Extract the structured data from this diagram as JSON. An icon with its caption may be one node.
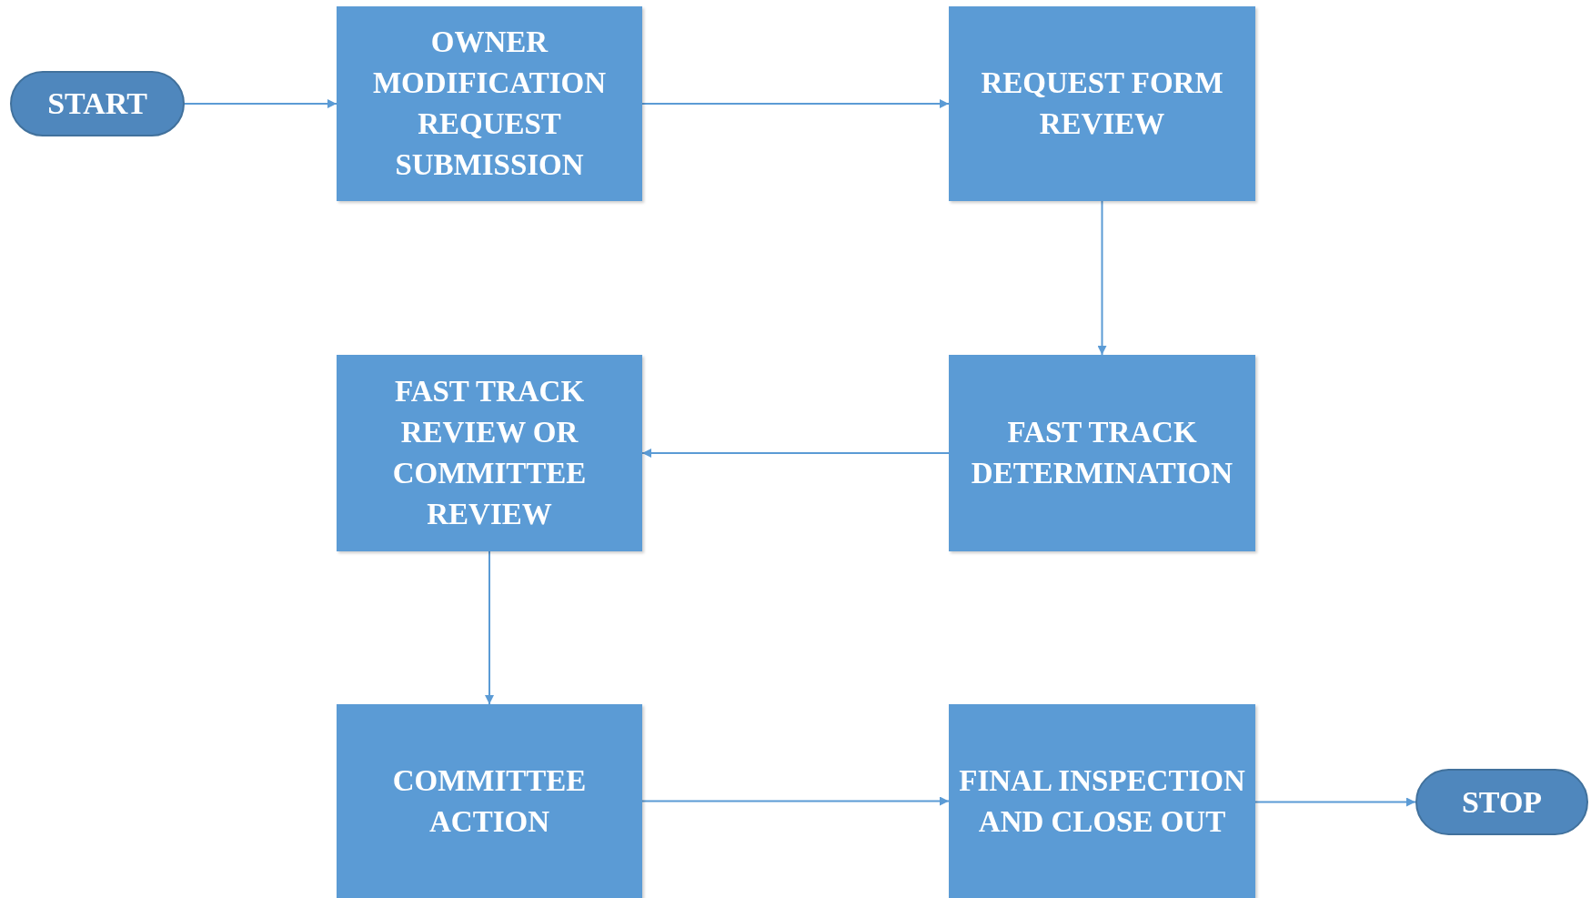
{
  "diagram": {
    "nodes": [
      {
        "text": [
          "START"
        ]
      },
      {
        "text": [
          "OWNER MODIFICATION REQUEST SUBMISSION"
        ]
      },
      {
        "text": [
          "REQUEST FORM REVIEW"
        ]
      },
      {
        "text": [
          "FAST TRACK REVIEW OR COMMITTEE REVIEW"
        ]
      },
      {
        "text": [
          "FAST TRACK DETERMINATION"
        ]
      },
      {
        "text": [
          "COMMITTEE ACTION"
        ]
      },
      {
        "text": [
          "FINAL INSPECTION AND CLOSE OUT"
        ]
      },
      {
        "text": [
          "STOP"
        ]
      }
    ],
    "edges": [
      {
        "from": 0,
        "to": 1,
        "arrow": "to"
      },
      {
        "from": 1,
        "to": 2,
        "arrow": "to"
      },
      {
        "from": 2,
        "to": 4,
        "arrow": "to"
      },
      {
        "from": 4,
        "to": 3,
        "arrow": "to"
      },
      {
        "from": 3,
        "to": 5,
        "arrow": "to"
      },
      {
        "from": 5,
        "to": 6,
        "arrow": "to"
      },
      {
        "from": 6,
        "to": 7,
        "arrow": "to"
      }
    ]
  }
}
